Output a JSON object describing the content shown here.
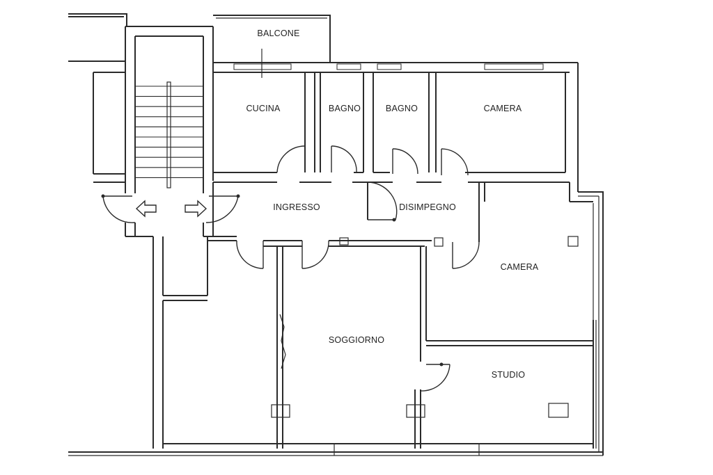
{
  "rooms": {
    "balcone": "BALCONE",
    "cucina": "CUCINA",
    "bagno_1": "BAGNO",
    "bagno_2": "BAGNO",
    "camera_top": "CAMERA",
    "ingresso": "INGRESSO",
    "disimpegno": "DISIMPEGNO",
    "camera_right": "CAMERA",
    "soggiorno": "SOGGIORNO",
    "studio": "STUDIO"
  },
  "symbols": {
    "left_arrow_icon": "arrow-left-icon",
    "right_arrow_icon": "arrow-right-icon"
  },
  "colors": {
    "line": "#2a2a2a",
    "background": "#ffffff"
  }
}
